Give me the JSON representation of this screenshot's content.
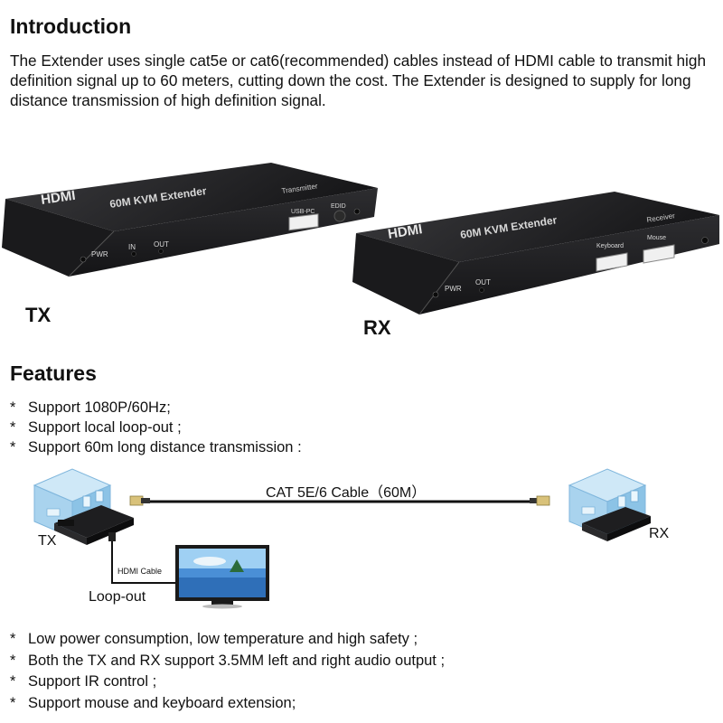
{
  "intro": {
    "title": "Introduction",
    "text": "The Extender uses single cat5e or cat6(recommended) cables instead of HDMI cable to transmit high definition signal up to 60 meters, cutting down the cost. The Extender is designed to supply for long distance transmission of high definition signal."
  },
  "devices": {
    "tx": {
      "label": "TX",
      "logo": "HDMI",
      "model": "60M KVM Extender",
      "role": "Transmitter",
      "ports": [
        "PWR",
        "IN",
        "OUT",
        "USB-PC",
        "EDID"
      ]
    },
    "rx": {
      "label": "RX",
      "logo": "HDMI",
      "model": "60M KVM Extender",
      "role": "Receiver",
      "ports": [
        "PWR",
        "OUT",
        "Keyboard",
        "Mouse"
      ]
    }
  },
  "features": {
    "title": "Features",
    "bullet": "*",
    "list_a": [
      "Support 1080P/60Hz;",
      "Support local loop-out ;",
      "Support 60m long distance transmission :"
    ],
    "list_b": [
      "Low power consumption, low temperature and high safety ;",
      "Both the TX and RX support 3.5MM left and right audio output ;",
      "Support IR control ;",
      "Support mouse and keyboard extension;"
    ]
  },
  "diagram": {
    "cable_label": "CAT 5E/6 Cable（60M）",
    "tx_label": "TX",
    "rx_label": "RX",
    "hdmi_cable_label": "HDMI Cable",
    "loopout_label": "Loop-out"
  },
  "colors": {
    "device_body": "#1d1d1f",
    "device_front": "#2a2a2c",
    "room_blue": "#a9d3ee",
    "cable": "#111111"
  }
}
